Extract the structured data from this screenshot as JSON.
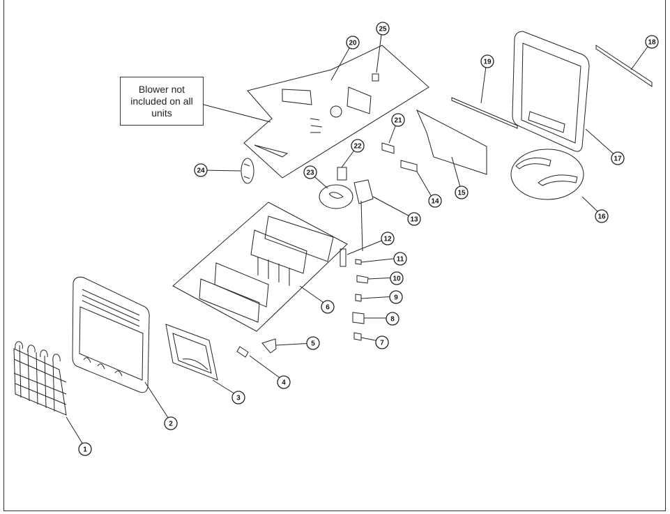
{
  "note": {
    "text": "Blower not included on all units"
  },
  "callouts": [
    {
      "n": "1"
    },
    {
      "n": "2"
    },
    {
      "n": "3"
    },
    {
      "n": "4"
    },
    {
      "n": "5"
    },
    {
      "n": "6"
    },
    {
      "n": "7"
    },
    {
      "n": "8"
    },
    {
      "n": "9"
    },
    {
      "n": "10"
    },
    {
      "n": "11"
    },
    {
      "n": "12"
    },
    {
      "n": "13"
    },
    {
      "n": "14"
    },
    {
      "n": "15"
    },
    {
      "n": "16"
    },
    {
      "n": "17"
    },
    {
      "n": "18"
    },
    {
      "n": "19"
    },
    {
      "n": "20"
    },
    {
      "n": "21"
    },
    {
      "n": "22"
    },
    {
      "n": "23"
    },
    {
      "n": "24"
    },
    {
      "n": "25"
    }
  ],
  "colors": {
    "line": "#222222",
    "fill": "#ffffff",
    "shade": "#cfcfcf"
  }
}
